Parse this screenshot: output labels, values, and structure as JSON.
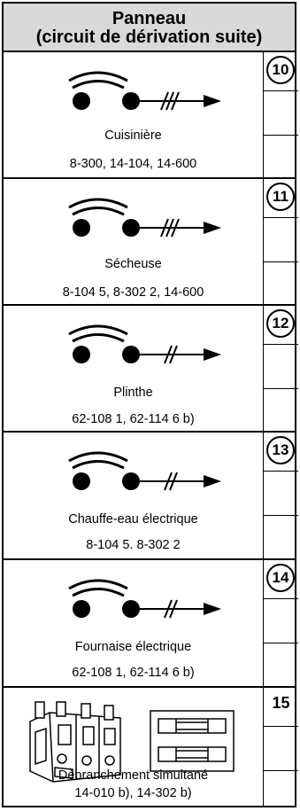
{
  "header": {
    "line1": "Panneau",
    "line2": "(circuit de dérivation suite)"
  },
  "rows": [
    {
      "number": "10",
      "label": "Cuisinière",
      "codes": "8-300,  14-104,  14-600",
      "wire_slashes": 3
    },
    {
      "number": "11",
      "label": "Sécheuse",
      "codes": "8-104 5,  8-302 2,  14-600",
      "wire_slashes": 3
    },
    {
      "number": "12",
      "label": "Plinthe",
      "codes": "62-108 1,  62-114 6 b)",
      "wire_slashes": 2
    },
    {
      "number": "13",
      "label": "Chauffe-eau électrique",
      "codes": "8-104 5.  8-302 2",
      "wire_slashes": 2
    },
    {
      "number": "14",
      "label": "Fournaise électrique",
      "codes": "62-108 1,  62-114 6 b)",
      "wire_slashes": 2
    }
  ],
  "last_row": {
    "number": "15",
    "label": "Débranchement simultané",
    "codes": "14-010 b),  14-302 b)"
  }
}
